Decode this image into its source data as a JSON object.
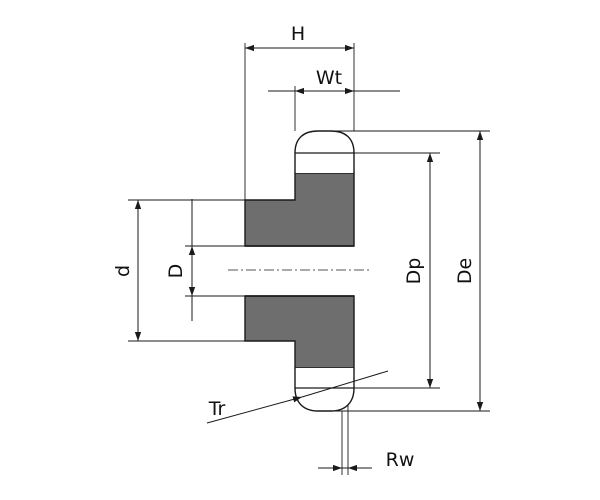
{
  "labels": {
    "H": "H",
    "Wt": "Wt",
    "d": "d",
    "D": "D",
    "Dp": "Dp",
    "De": "De",
    "Tr": "Tr",
    "Rw": "Rw"
  },
  "colors": {
    "section_fill": "#6e6e6e",
    "line": "#1a1a1a",
    "background": "#ffffff"
  }
}
